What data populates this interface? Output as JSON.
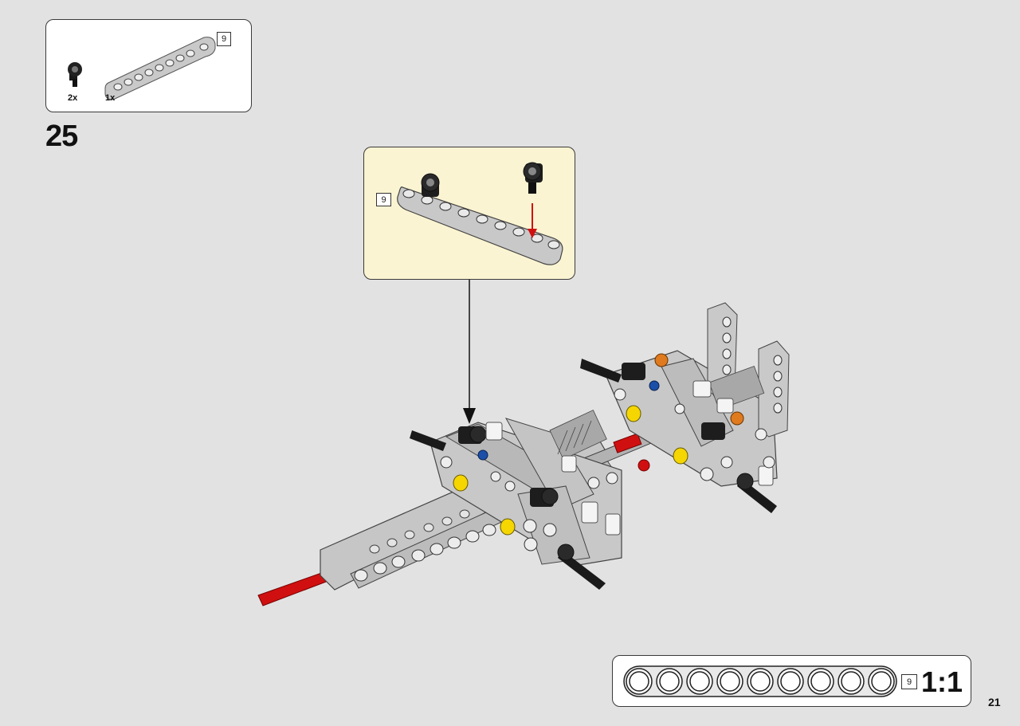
{
  "parts_list": {
    "items": [
      {
        "name": "axle-connector",
        "quantity": "2x"
      },
      {
        "name": "beam-9",
        "quantity": "1x"
      }
    ],
    "beam_length_label": "9"
  },
  "step": {
    "number": "25"
  },
  "callout": {
    "beam_length_label": "9"
  },
  "scale_reference": {
    "beam_length_label": "9",
    "scale_label": "1:1",
    "hole_count": 9
  },
  "page": {
    "number": "21"
  },
  "colors": {
    "background": "#e2e2e2",
    "callout_bg": "#fbf4d2",
    "beam_gray": "#b8b8b8",
    "accent_red": "#d01010",
    "accent_yellow": "#f5d600",
    "accent_orange": "#e07a1f",
    "accent_blue": "#1c4fa8"
  }
}
